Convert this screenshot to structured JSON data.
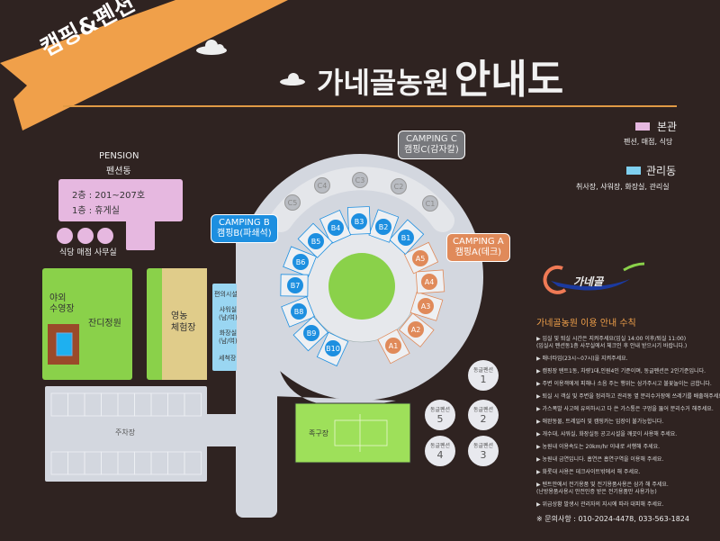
{
  "banner": {
    "label": "캠핑&펜션",
    "color": "#f0a04a"
  },
  "header": {
    "title_main": "가네골농원",
    "title_emph": "안내도"
  },
  "legend": [
    {
      "label": "본관",
      "desc": "펜션, 매점, 식당",
      "color": "#e6b8e0"
    },
    {
      "label": "관리동",
      "desc": "취사장, 샤워장, 화장실, 관리실",
      "color": "#7fd0f0"
    }
  ],
  "pension": {
    "title_en": "PENSION",
    "title_ko": "펜션동",
    "floor2": "2층 : 201~207호",
    "floor1": "1층 : 휴게실",
    "facilities": "식당 매점 사무실"
  },
  "areas": {
    "pool": "야외\n수영장",
    "lawn": "잔디정원",
    "farm": "영농\n체험장",
    "amenities_title": "편의시설",
    "shower": "샤워실\n(남/여)",
    "toilet": "화장실\n(남/여)",
    "washroom": "세척장",
    "parking": "주차장",
    "foot_volleyball": "족구장"
  },
  "camping": {
    "a": {
      "en": "CAMPING A",
      "ko": "캠핑A(데크)",
      "color": "#e08a5a",
      "sites": [
        "A1",
        "A2",
        "A3",
        "A4",
        "A5"
      ]
    },
    "b": {
      "en": "CAMPING B",
      "ko": "캠핑B(파쇄석)",
      "color": "#1d8fe0",
      "sites": [
        "B1",
        "B2",
        "B3",
        "B4",
        "B5",
        "B6",
        "B7",
        "B8",
        "B9",
        "B10"
      ]
    },
    "c": {
      "en": "CAMPING C",
      "ko": "캠핑C(감자칼)",
      "color": "#77787c",
      "sites": [
        "C1",
        "C2",
        "C3",
        "C4",
        "C5"
      ]
    }
  },
  "cabins": [
    {
      "label": "동글펜션",
      "num": "1"
    },
    {
      "label": "동글펜션",
      "num": "2"
    },
    {
      "label": "동글펜션",
      "num": "3"
    },
    {
      "label": "동글펜션",
      "num": "4"
    },
    {
      "label": "동글펜션",
      "num": "5"
    }
  ],
  "logo": {
    "text": "가네골"
  },
  "rules": {
    "title": "가네골농원 이용 안내 수칙",
    "items": [
      "입실 및 퇴실 시간은 지켜주세요(입실 14:00 이후/퇴실 11:00)\n(입실시 펜션동1층 사무실에서 체크인 후 안내 받으시기 바랍니다.)",
      "매너타임(23시~07시)을 지켜주세요.",
      "캠핑장 텐트1동, 차량1대,인원4인 기준이며, 동글펜션은 2인기준입니다.",
      "주변 이용객에게 피해나 소음 주는 행위는 삼가주시고 불꽃놀이는 금합니다.",
      "퇴실 시 객실 및 주변을 정리하고 관리동 옆 분리수거장에 쓰레기를 배출해주세요.",
      "가스폭발 사고에 유의하시고 다 쓴 가스통은 구멍을 뚫어 분리수거 해주세요.",
      "애완동물, 트레일러 및 캠핑카는 입장이 불가능합니다.",
      "개수대, 샤워실, 화장실등 공고시설을 깨끗이 사용해 주세요.",
      "농원내 이용속도는 20km/hr 이내로 서행해 주세요.",
      "농원내 금연입니다. 흡연은 흡연구역을 이용해 주세요.",
      "화롯대 사용은 데크사이트밖에서 해 주세요.",
      "텐트안에서 전기용품 및 전기용품사용은 삼가 해 주세요.\n(난방용품사용시 안전인증 받은 전기용품만 사용가능)",
      "위급상황 발생시 관리자의 지시에 따라 대피해 주세요."
    ],
    "contact": "※ 문의사항 : 010-2024-4478, 033-563-1824"
  }
}
